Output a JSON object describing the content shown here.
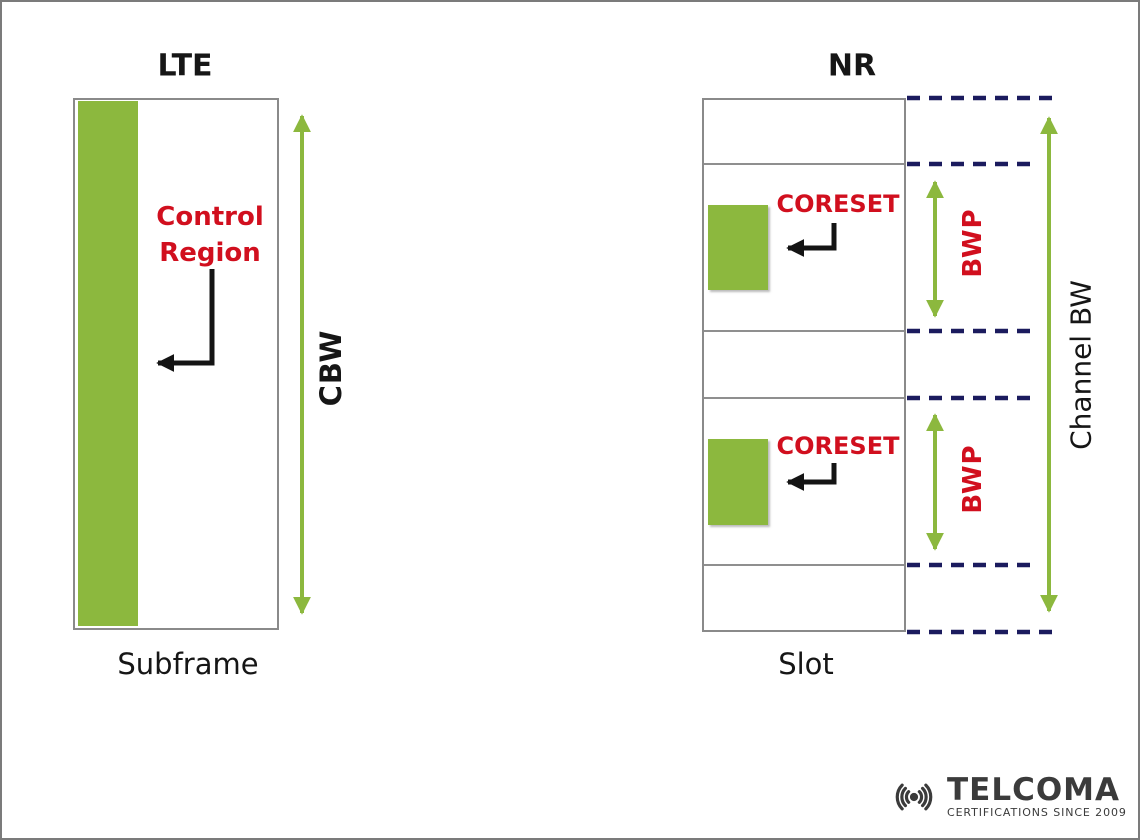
{
  "lte": {
    "title": "LTE",
    "control_region_label": "Control Region",
    "cbw_label": "CBW",
    "subframe_label": "Subframe"
  },
  "nr": {
    "title": "NR",
    "coreset_labels": [
      "CORESET",
      "CORESET"
    ],
    "bwp_labels": [
      "BWP",
      "BWP"
    ],
    "channel_bw_label": "Channel BW",
    "slot_label": "Slot"
  },
  "colors": {
    "coreset_green": "#8cb83e",
    "label_red": "#d10f1e",
    "dashed_navy": "#1b1b5e",
    "arrow_black": "#141414",
    "rect_border_gray": "#8a8a8a",
    "logo_gray": "#3b3b3b"
  },
  "logo": {
    "brand": "TELCOMA",
    "tagline": "CERTIFICATIONS SINCE 2009",
    "icon": "radio-signal-icon"
  }
}
